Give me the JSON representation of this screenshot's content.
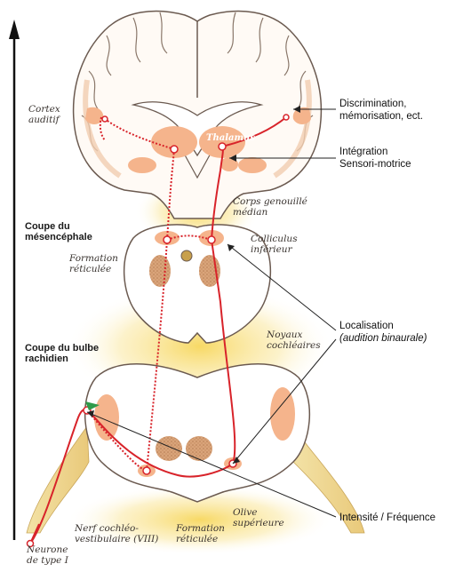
{
  "labels": {
    "cortex_auditif": [
      "Cortex",
      "auditif"
    ],
    "thalamus": "Thalamus",
    "corps_genouille": [
      "Corps genouillé",
      "médian"
    ],
    "coupe_mesencephale": [
      "Coupe du",
      "mésencéphale"
    ],
    "formation_reticulee_top": [
      "Formation",
      "réticulée"
    ],
    "colliculus": [
      "Colliculus",
      "inférieur"
    ],
    "coupe_bulbe": [
      "Coupe du bulbe",
      "rachidien"
    ],
    "noyaux_cochleaires": [
      "Noyaux",
      "cochléaires"
    ],
    "nerf_cochleo": [
      "Nerf cochléo-",
      "vestibulaire (VIII)"
    ],
    "formation_reticulee_bottom": [
      "Formation",
      "réticulée"
    ],
    "olive": [
      "Olive",
      "supérieure"
    ],
    "neurone": [
      "Neurone",
      "de type I"
    ]
  },
  "annotations": {
    "discrimination": [
      "Discrimination,",
      "mémorisation, ect."
    ],
    "integration": [
      "Intégration",
      "Sensori-motrice"
    ],
    "localisation": "Localisation",
    "localisation_sub": "(audition binaurale)",
    "intensite": "Intensité / Fréquence"
  },
  "colors": {
    "pathway": "#d8232a",
    "nucleus": "#f5b48c",
    "tissue_outline": "#6b5a50",
    "tissue_fill": "#ffffff",
    "glow": "#f7d65a",
    "reticular": "#c8946a"
  }
}
